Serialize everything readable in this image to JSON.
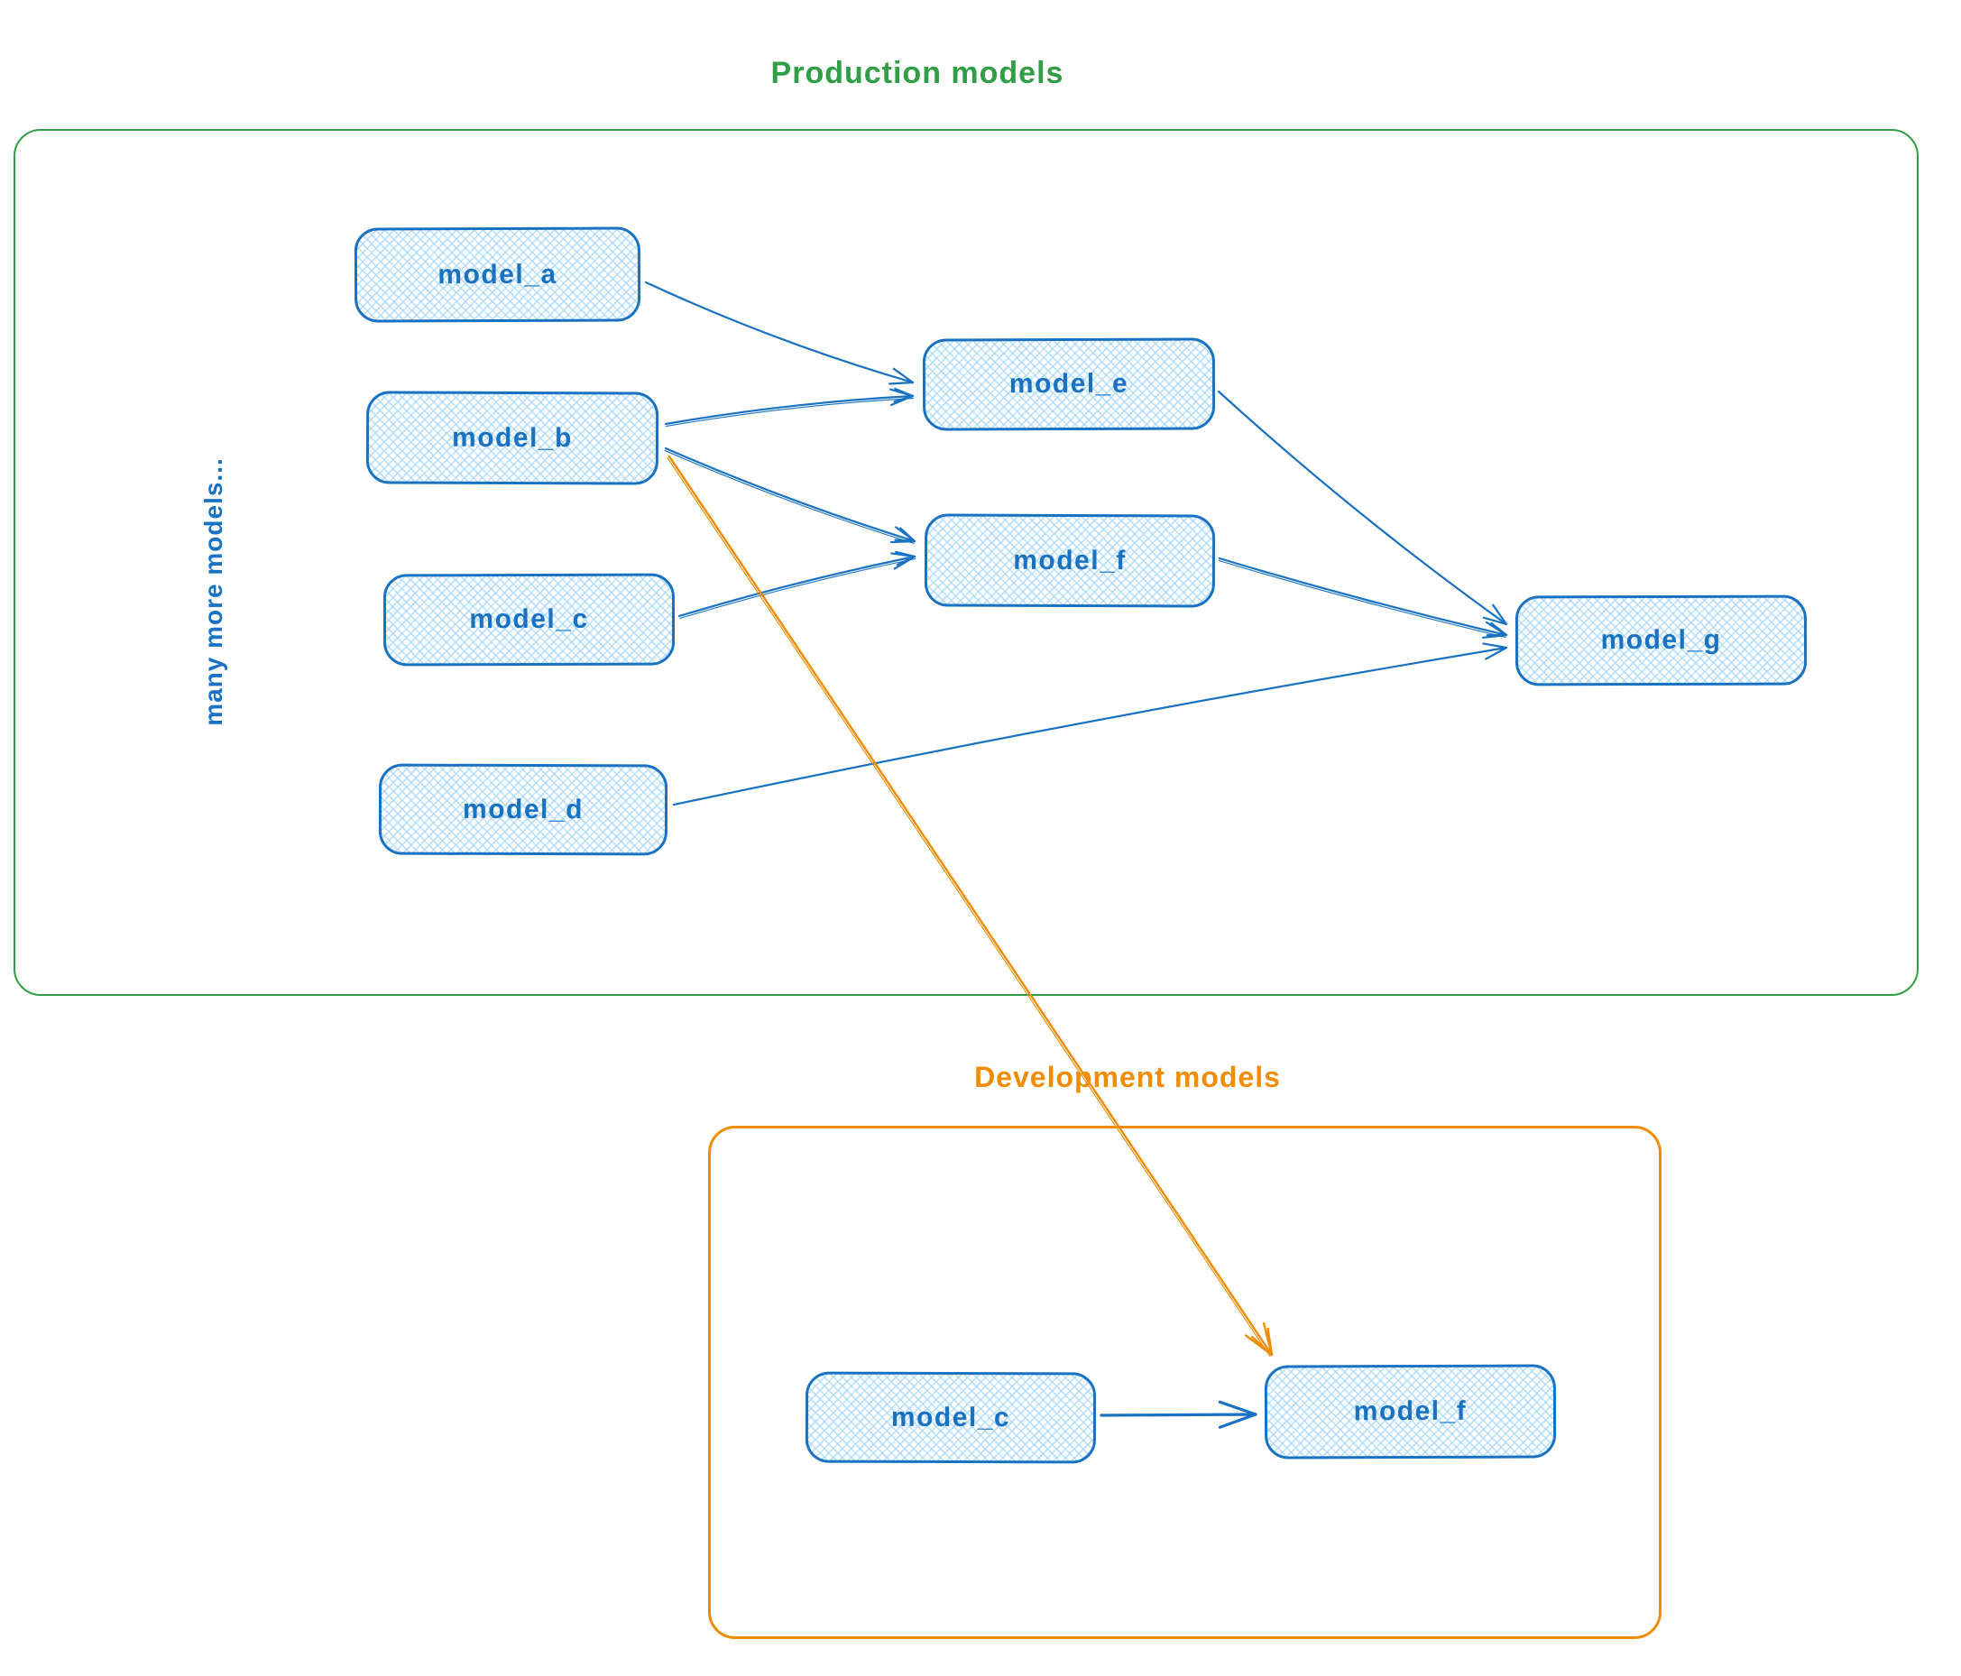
{
  "colors": {
    "blue": "#1971c2",
    "blue_fill": "#a5d8ff",
    "green": "#2f9e44",
    "orange": "#f08c00",
    "background": "#ffffff"
  },
  "production": {
    "title": "Production models",
    "side_note": "many more models...",
    "nodes": [
      {
        "id": "model_a",
        "label": "model_a"
      },
      {
        "id": "model_b",
        "label": "model_b"
      },
      {
        "id": "model_c",
        "label": "model_c"
      },
      {
        "id": "model_d",
        "label": "model_d"
      },
      {
        "id": "model_e",
        "label": "model_e"
      },
      {
        "id": "model_f",
        "label": "model_f"
      },
      {
        "id": "model_g",
        "label": "model_g"
      }
    ]
  },
  "development": {
    "title": "Development models",
    "nodes": [
      {
        "id": "dev_model_c",
        "label": "model_c"
      },
      {
        "id": "dev_model_f",
        "label": "model_f"
      }
    ]
  },
  "edges": [
    {
      "from": "model_a",
      "to": "model_e",
      "color": "blue"
    },
    {
      "from": "model_b",
      "to": "model_e",
      "color": "blue"
    },
    {
      "from": "model_b",
      "to": "model_f",
      "color": "blue"
    },
    {
      "from": "model_c",
      "to": "model_f",
      "color": "blue"
    },
    {
      "from": "model_e",
      "to": "model_g",
      "color": "blue"
    },
    {
      "from": "model_f",
      "to": "model_g",
      "color": "blue"
    },
    {
      "from": "model_d",
      "to": "model_g",
      "color": "blue"
    },
    {
      "from": "model_b",
      "to": "dev_model_f",
      "color": "orange"
    },
    {
      "from": "dev_model_c",
      "to": "dev_model_f",
      "color": "blue"
    }
  ]
}
